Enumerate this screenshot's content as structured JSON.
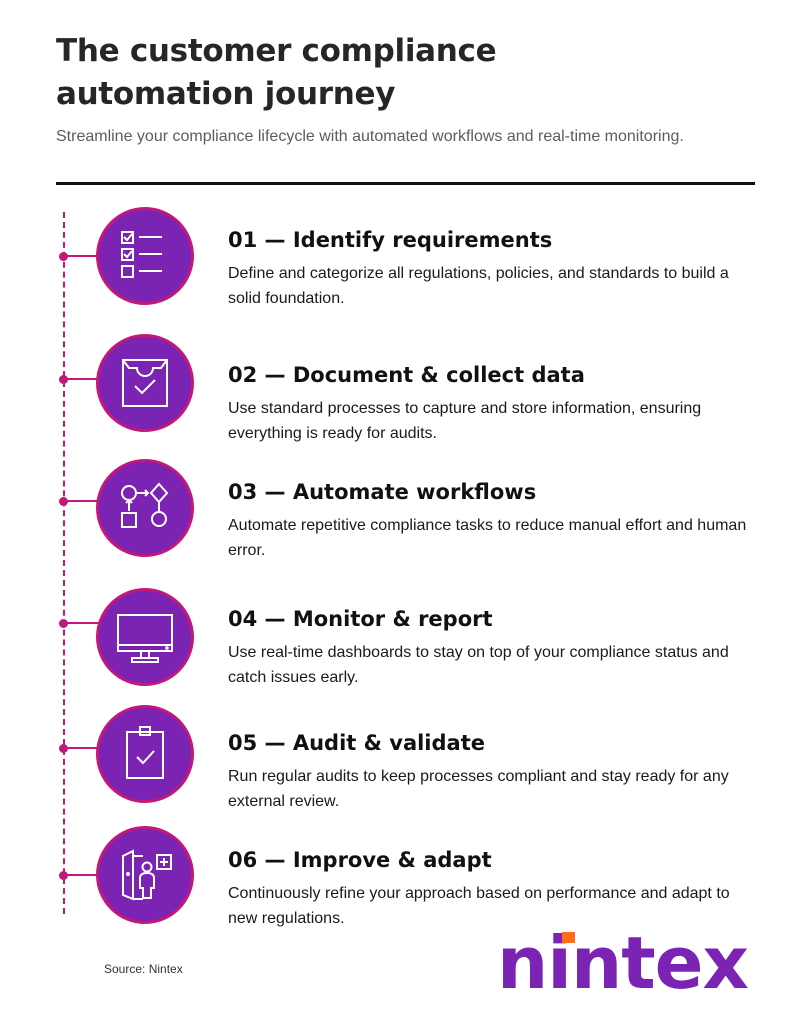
{
  "header": {
    "title": "The customer compliance automation journey",
    "subtitle": "Streamline your compliance lifecycle with automated workflows and real-time monitoring."
  },
  "steps": [
    {
      "title": "01 — Identify requirements",
      "description": "Define and categorize all regulations, policies, and standards to build a solid foundation.",
      "icon": "checklist-icon"
    },
    {
      "title": "02 — Document & collect data",
      "description": "Use standard processes to capture and store information, ensuring everything is ready for audits.",
      "icon": "document-check-icon"
    },
    {
      "title": "03 — Automate workflows",
      "description": "Automate repetitive compliance tasks to reduce manual effort and human error.",
      "icon": "workflow-icon"
    },
    {
      "title": "04 — Monitor & report",
      "description": "Use real-time dashboards to stay on top of your compliance status and catch issues early.",
      "icon": "monitor-icon"
    },
    {
      "title": "05 — Audit & validate",
      "description": "Run regular audits to keep processes compliant and stay ready for any external review.",
      "icon": "clipboard-check-icon"
    },
    {
      "title": "06 — Improve & adapt",
      "description": "Continuously refine your approach based on performance and adapt to new regulations.",
      "icon": "door-person-plus-icon"
    }
  ],
  "footer": {
    "source": "Source: Nintex",
    "logo_text": "nintex"
  },
  "colors": {
    "accent_purple": "#7b23b3",
    "timeline_magenta": "#c2187a",
    "logo_dot_orange": "#ff6c1a"
  }
}
